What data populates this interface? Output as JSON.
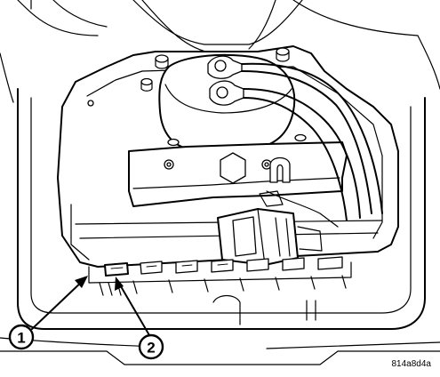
{
  "callouts": [
    {
      "number": "1"
    },
    {
      "number": "2"
    }
  ],
  "figure_id": "814a8d4a",
  "colors": {
    "line": "#000000",
    "background": "#ffffff"
  }
}
